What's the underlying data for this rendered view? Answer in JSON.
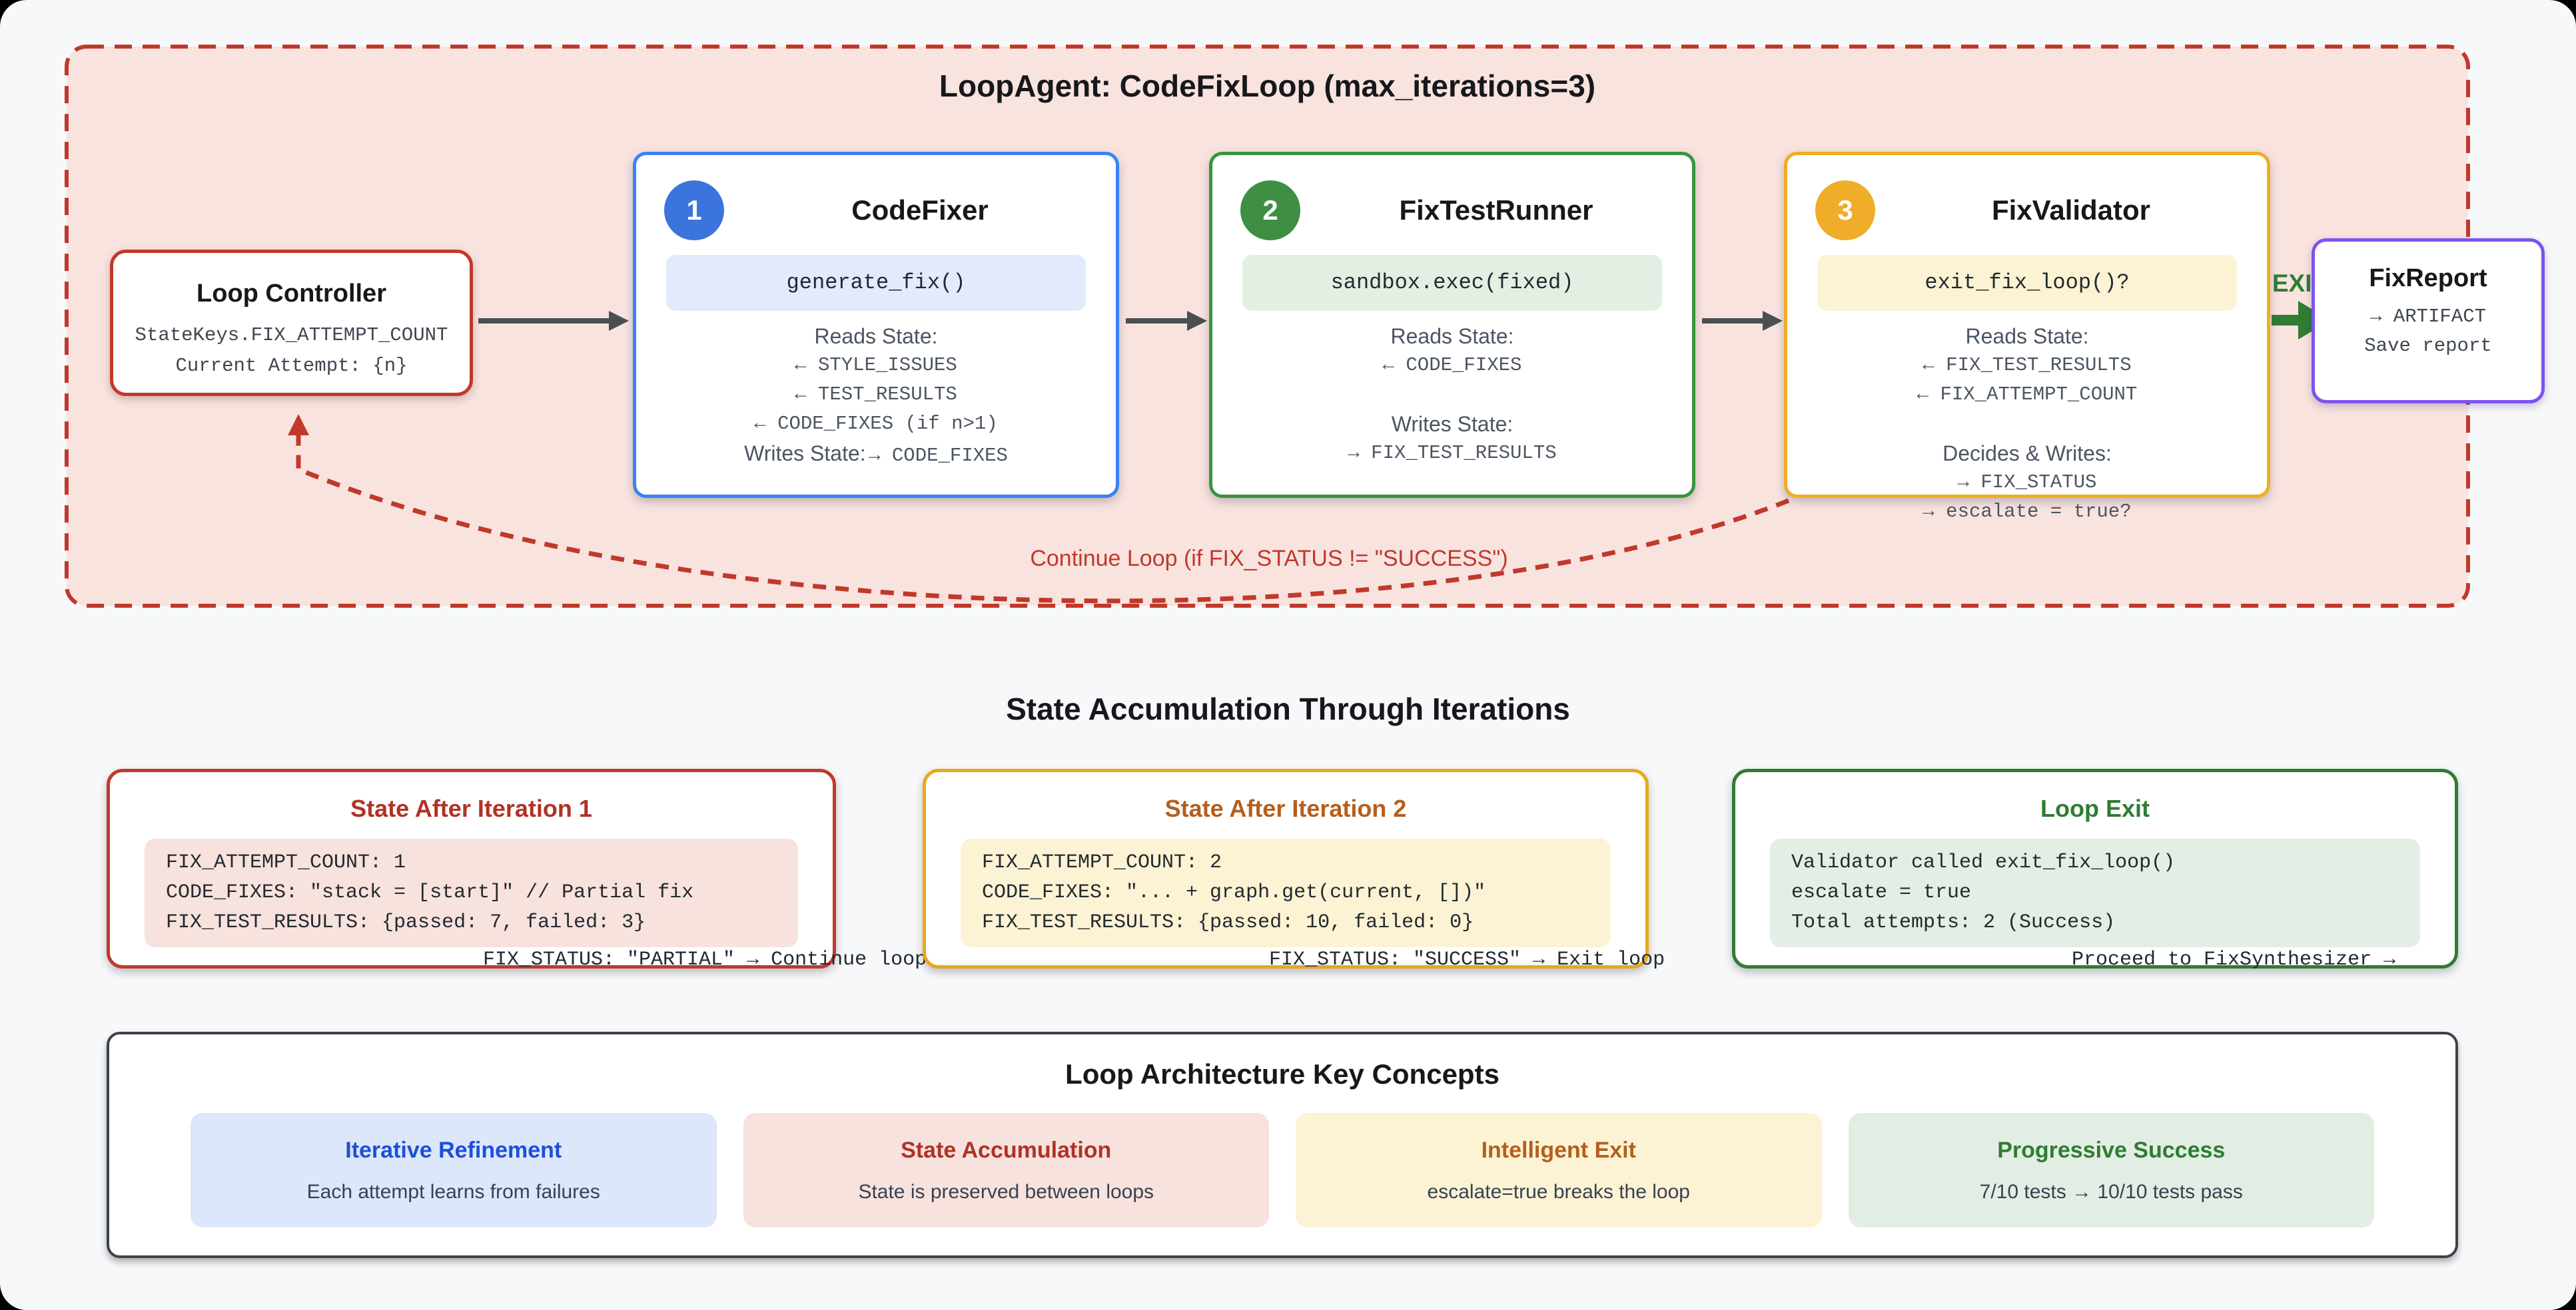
{
  "colors": {
    "loop_bg": "#f8e3df",
    "loop_border": "#c0392b",
    "blue_accent": "#3b82f6",
    "green_accent": "#38953e",
    "amber_accent": "#eeae23",
    "purple_accent": "#7d52f0",
    "arrow_gray": "#4b4f54",
    "exit_green": "#2e7d32"
  },
  "loop": {
    "title": "LoopAgent: CodeFixLoop (max_iterations=3)",
    "controller": {
      "title": "Loop Controller",
      "line1": "StateKeys.FIX_ATTEMPT_COUNT",
      "line2": "Current Attempt: {n}"
    },
    "agents": [
      {
        "badge": "1",
        "title": "CodeFixer",
        "pill": "generate_fix()",
        "reads_label": "Reads State:",
        "reads": [
          "← STYLE_ISSUES",
          "← TEST_RESULTS",
          "← CODE_FIXES (if n>1)"
        ],
        "writes_label": "Writes State:",
        "writes_value": "→ CODE_FIXES"
      },
      {
        "badge": "2",
        "title": "FixTestRunner",
        "pill": "sandbox.exec(fixed)",
        "reads_label": "Reads State:",
        "reads": [
          "← CODE_FIXES"
        ],
        "writes_label": "Writes State:",
        "writes": [
          "→ FIX_TEST_RESULTS"
        ]
      },
      {
        "badge": "3",
        "title": "FixValidator",
        "pill": "exit_fix_loop()?",
        "reads_label": "Reads State:",
        "reads": [
          "← FIX_TEST_RESULTS",
          "← FIX_ATTEMPT_COUNT"
        ],
        "writes_label": "Decides & Writes:",
        "writes": [
          "→ FIX_STATUS",
          "→ escalate = true?"
        ]
      }
    ],
    "exit_label": "EXIT",
    "report": {
      "title": "FixReport",
      "line1": "→ ARTIFACT",
      "line2": "Save report"
    },
    "continue_label": "Continue Loop (if FIX_STATUS != \"SUCCESS\")"
  },
  "states": {
    "heading": "State Accumulation Through Iterations",
    "boxes": [
      {
        "title": "State After Iteration 1",
        "code": [
          "FIX_ATTEMPT_COUNT: 1",
          "CODE_FIXES: \"stack = [start]\" // Partial fix",
          "FIX_TEST_RESULTS: {passed: 7, failed: 3}"
        ],
        "footer": "FIX_STATUS: \"PARTIAL\" → Continue loop"
      },
      {
        "title": "State After Iteration 2",
        "code": [
          "FIX_ATTEMPT_COUNT: 2",
          "CODE_FIXES: \"... + graph.get(current, [])\"",
          "FIX_TEST_RESULTS: {passed: 10, failed: 0}"
        ],
        "footer": "FIX_STATUS: \"SUCCESS\" → Exit loop"
      },
      {
        "title": "Loop Exit",
        "code": [
          "Validator called exit_fix_loop()",
          "escalate = true",
          "Total attempts: 2 (Success)"
        ],
        "footer": "Proceed to FixSynthesizer →"
      }
    ]
  },
  "concepts": {
    "title": "Loop Architecture Key Concepts",
    "cards": [
      {
        "title": "Iterative Refinement",
        "subtitle": "Each attempt learns from failures"
      },
      {
        "title": "State Accumulation",
        "subtitle": "State is preserved between loops"
      },
      {
        "title": "Intelligent Exit",
        "subtitle": "escalate=true breaks the loop"
      },
      {
        "title": "Progressive Success",
        "subtitle": "7/10 tests → 10/10 tests pass"
      }
    ]
  }
}
